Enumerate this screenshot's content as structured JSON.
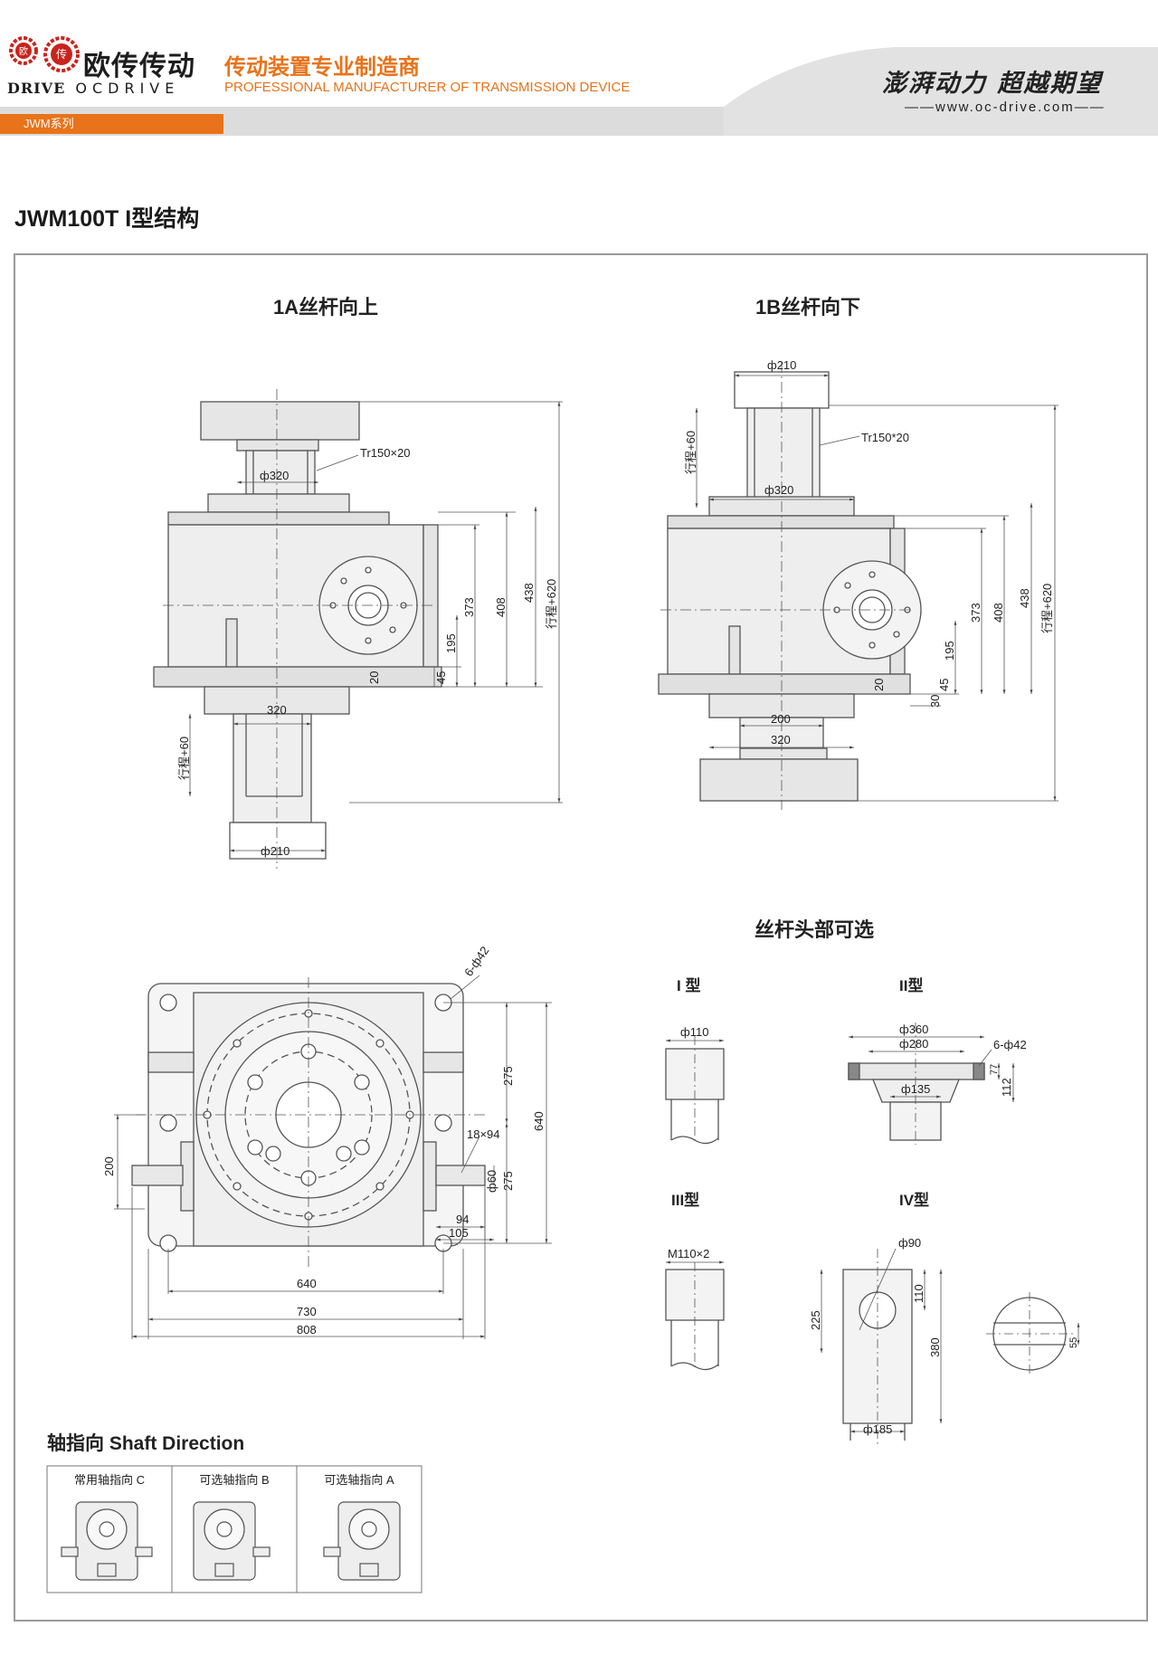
{
  "header": {
    "brand_cn": "欧传传动",
    "brand_en_prefix": "DRIVE",
    "brand_en": "OCDRIVE",
    "slogan_cn": "传动装置专业制造商",
    "slogan_en": "PROFESSIONAL MANUFACTURER OF TRANSMISSION DEVICE",
    "motto": "澎湃动力 超越期望",
    "website": "www.oc-drive.com",
    "series_tab": "JWM系列",
    "logo_chars": [
      "欧",
      "传"
    ]
  },
  "page_title": "JWM100T I型结构",
  "views": {
    "view_1a_title": "1A丝杆向上",
    "view_1b_title": "1B丝杆向下",
    "head_options_title": "丝杆头部可选",
    "type_i": "I 型",
    "type_ii": "II型",
    "type_iii": "III型",
    "type_iv": "IV型"
  },
  "dims_1a": {
    "thread": "Tr150×20",
    "d320_top": "ф320",
    "d320_bottom": "320",
    "d210": "ф210",
    "stroke60": "行程+60",
    "stroke620": "行程+620",
    "h373": "373",
    "h408": "408",
    "h438": "438",
    "h195": "195",
    "h20": "20",
    "h45": "45"
  },
  "dims_1b": {
    "thread": "Tr150*20",
    "d210": "ф210",
    "d320_top": "ф320",
    "d200": "200",
    "d320": "320",
    "stroke60": "行程+60",
    "stroke620": "行程+620",
    "h373": "373",
    "h408": "408",
    "h438": "438",
    "h195": "195",
    "h20": "20",
    "h45": "45",
    "h30": "30"
  },
  "dims_plan": {
    "holes": "6-ф42",
    "v275a": "275",
    "v640": "640",
    "v200": "200",
    "key": "18×94",
    "shaft": "ф60",
    "v275b": "275",
    "w94": "94",
    "w105": "105",
    "w640": "640",
    "w730": "730",
    "w808": "808"
  },
  "dims_heads": {
    "i_d110": "ф110",
    "ii_d360": "ф360",
    "ii_d280": "ф280",
    "ii_holes": "6-ф42",
    "ii_d135": "ф135",
    "ii_h77": "77",
    "ii_h112": "112",
    "iii_thread": "M110×2",
    "iv_d90": "ф90",
    "iv_h110": "110",
    "iv_h225": "225",
    "iv_h380": "380",
    "iv_d185": "ф185",
    "iv_slot": "55"
  },
  "shaft_direction": {
    "title": "轴指向 Shaft Direction",
    "cells": [
      "常用轴指向 C",
      "可选轴指向 B",
      "可选轴指向 A"
    ]
  }
}
